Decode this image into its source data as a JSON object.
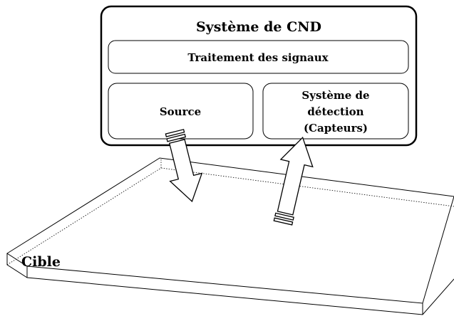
{
  "diagram": {
    "system_title": "Système de CND",
    "signal_processing_label": "Traitement des signaux",
    "source_label": "Source",
    "detection_label_lines": [
      "Système de",
      "détection",
      "(Capteurs)"
    ],
    "target_label": "Cible"
  }
}
